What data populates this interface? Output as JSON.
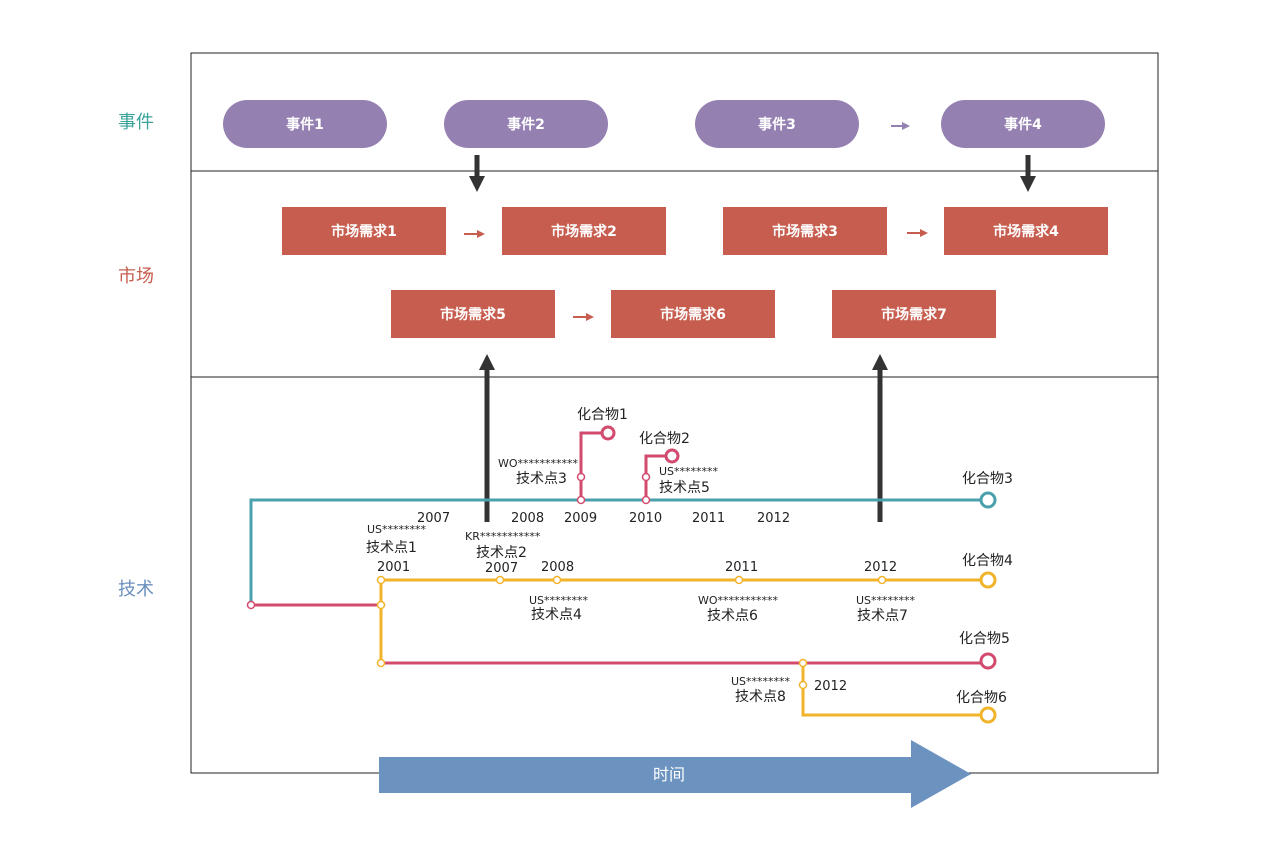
{
  "rows": {
    "events": {
      "label": "事件",
      "color": "#3aa39a"
    },
    "market": {
      "label": "市场",
      "color": "#c75d4f"
    },
    "tech": {
      "label": "技术",
      "color": "#6b8fbe"
    }
  },
  "events": [
    "事件1",
    "事件2",
    "事件3",
    "事件4"
  ],
  "market_needs": [
    "市场需求1",
    "市场需求2",
    "市场需求3",
    "市场需求4",
    "市场需求5",
    "市场需求6",
    "市场需求7"
  ],
  "time_arrow": {
    "label": "时间",
    "color": "#6c93c0"
  },
  "colors": {
    "teal": "#4aa0ad",
    "pink": "#d24b6e",
    "yellow": "#f0b32a",
    "event": "#9580b2",
    "market": "#c75d4f"
  },
  "compounds": [
    "化合物1",
    "化合物2",
    "化合物3",
    "化合物4",
    "化合物5",
    "化合物6"
  ],
  "tech_points": [
    {
      "patent": "US********",
      "name": "技术点1"
    },
    {
      "patent": "KR***********",
      "name": "技术点2"
    },
    {
      "patent": "WO***********",
      "name": "技术点3"
    },
    {
      "patent": "US********",
      "name": "技术点4"
    },
    {
      "patent": "US********",
      "name": "技术点5"
    },
    {
      "patent": "WO***********",
      "name": "技术点6"
    },
    {
      "patent": "US********",
      "name": "技术点7"
    },
    {
      "patent": "US********",
      "name": "技术点8"
    }
  ],
  "years": {
    "teal": [
      "2007",
      "2008",
      "2009",
      "2010",
      "2011",
      "2012"
    ],
    "yellow": [
      "2001",
      "2007",
      "2008",
      "2011",
      "2012"
    ],
    "branch": [
      "2012"
    ]
  }
}
